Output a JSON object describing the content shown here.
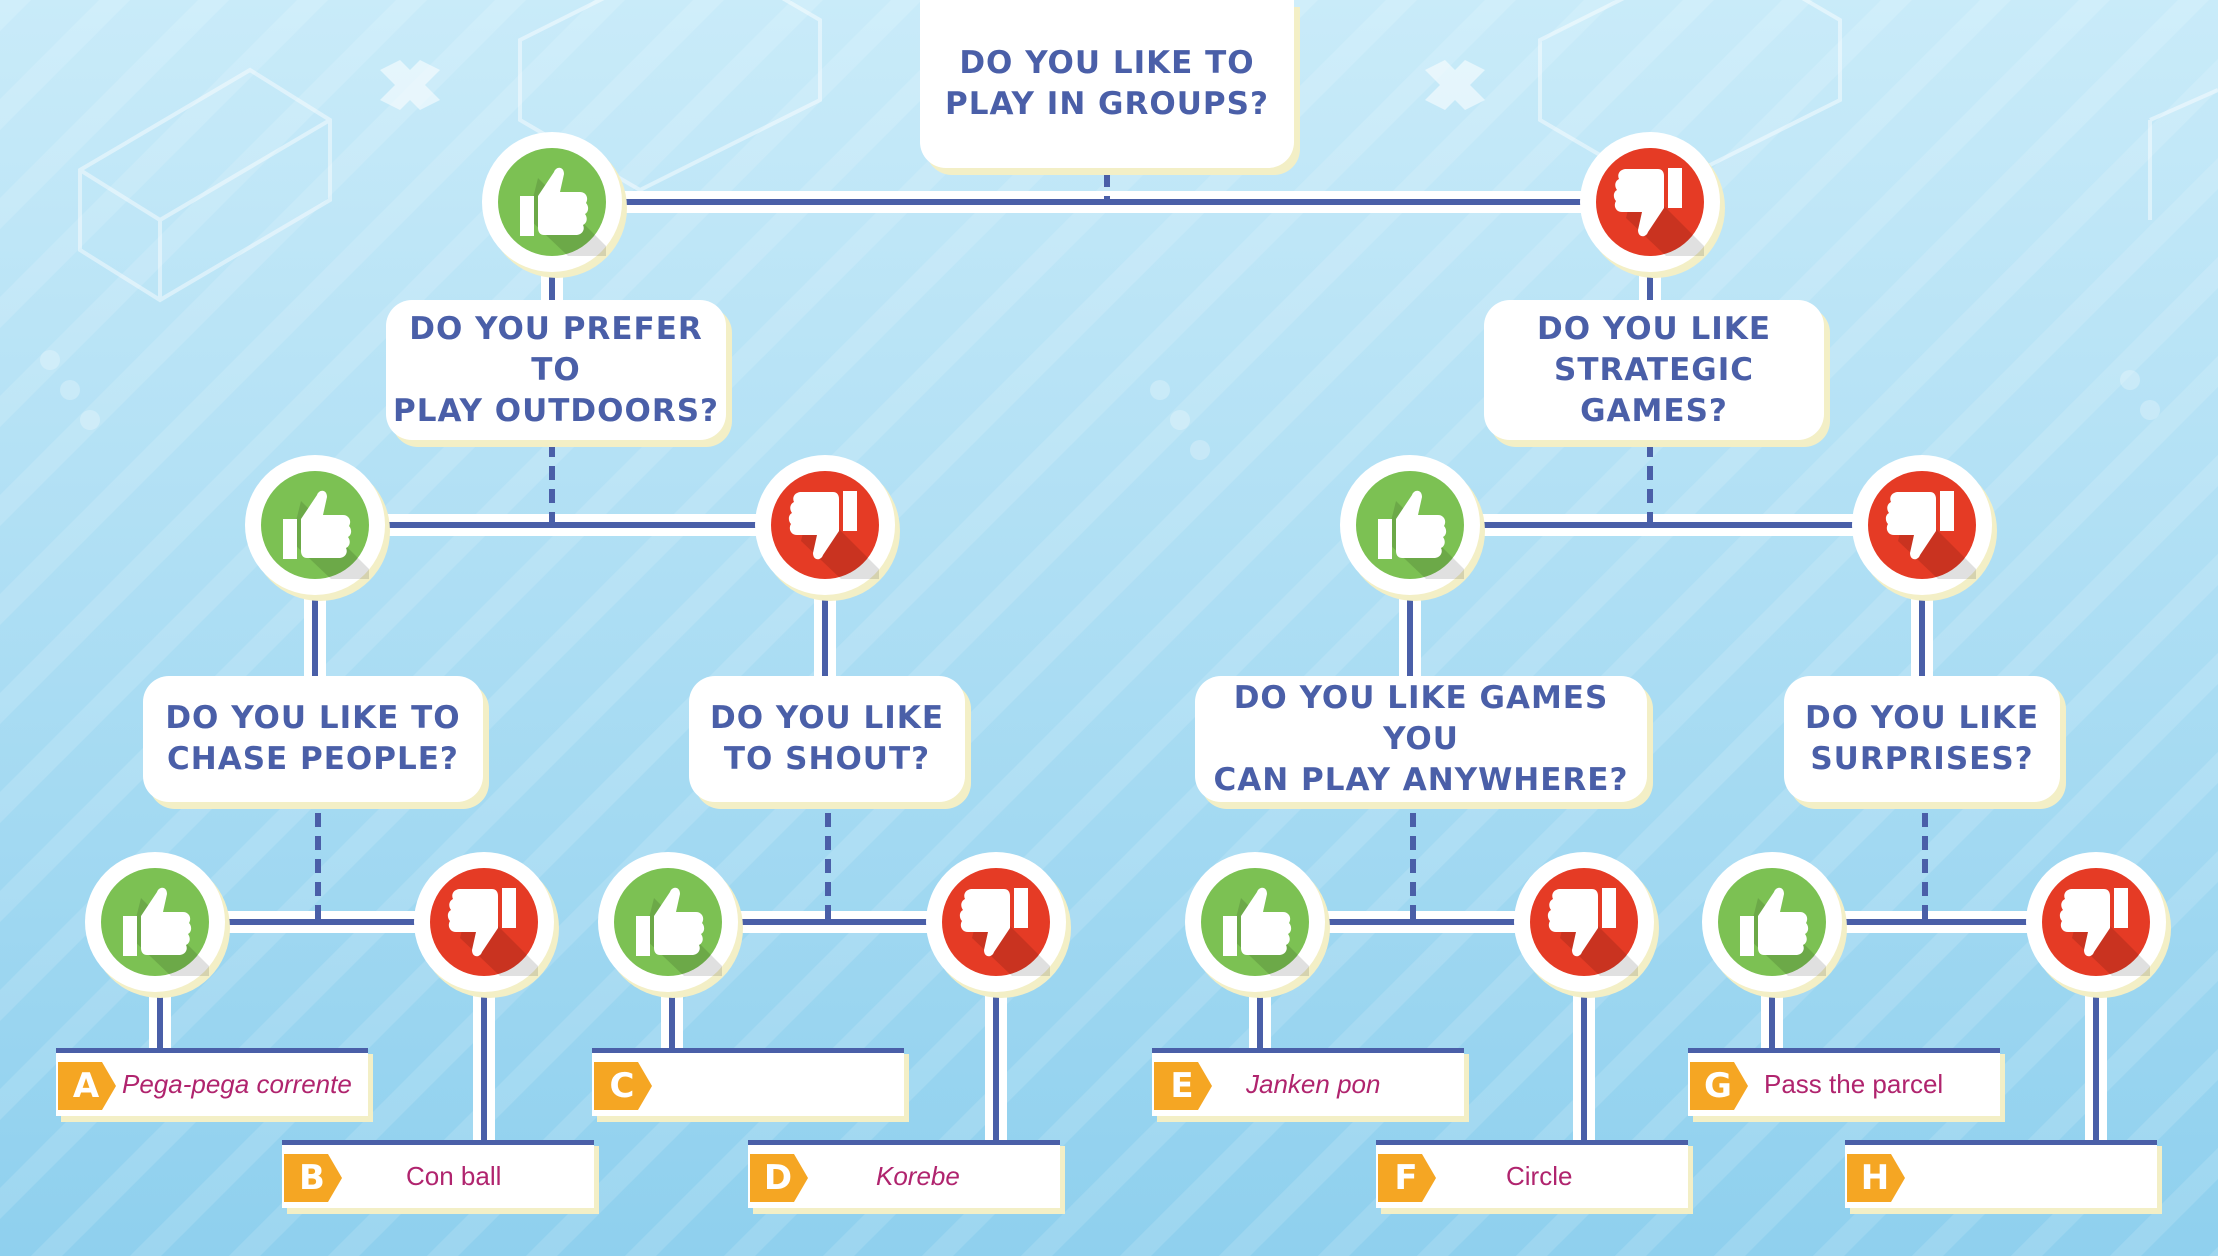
{
  "colors": {
    "background": "#a9dcf2",
    "line": "#4a5fa8",
    "question_text": "#4a5fa8",
    "yes": "#7cc153",
    "no": "#e53b25",
    "badge": "#f5a623",
    "answer_text": "#b0246e"
  },
  "icons": {
    "yes": "thumbs-up-icon",
    "no": "thumbs-down-icon"
  },
  "questions": {
    "root": "DO YOU  LIKE TO\nPLAY IN  GROUPS?",
    "outdoors": "DO YOU PREFER TO\nPLAY OUTDOORS?",
    "strategic": "DO YOU LIKE\nSTRATEGIC GAMES?",
    "chase": "DO YOU LIKE TO\nCHASE PEOPLE?",
    "shout": "DO YOU LIKE\nTO SHOUT?",
    "anywhere": "DO YOU LIKE GAMES YOU\nCAN PLAY ANYWHERE?",
    "surprises": "DO YOU LIKE\nSURPRISES?"
  },
  "answers": [
    {
      "letter": "A",
      "game": "Pega-pega corrente"
    },
    {
      "letter": "B",
      "game": "Con ball"
    },
    {
      "letter": "C",
      "game": ""
    },
    {
      "letter": "D",
      "game": "Korebe"
    },
    {
      "letter": "E",
      "game": "Janken pon"
    },
    {
      "letter": "F",
      "game": "Circle"
    },
    {
      "letter": "G",
      "game": "Pass the parcel"
    },
    {
      "letter": "H",
      "game": ""
    }
  ]
}
